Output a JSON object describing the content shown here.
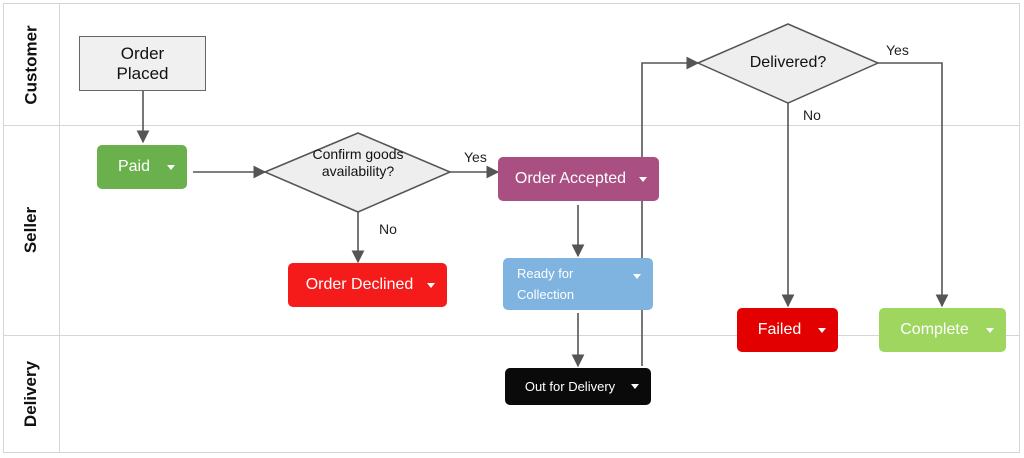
{
  "lanes": {
    "customer": "Customer",
    "seller": "Seller",
    "delivery": "Delivery"
  },
  "nodes": {
    "order_placed": "Order Placed",
    "paid": "Paid",
    "confirm_goods": "Confirm goods availability?",
    "order_declined": "Order Declined",
    "order_accepted": "Order Accepted",
    "ready_for_collection": "Ready for Collection",
    "out_for_delivery": "Out for Delivery",
    "delivered": "Delivered?",
    "failed": "Failed",
    "complete": "Complete"
  },
  "edges": {
    "confirm_yes": "Yes",
    "confirm_no": "No",
    "delivered_yes": "Yes",
    "delivered_no": "No"
  },
  "colors": {
    "paid": "#6ab04c",
    "order_declined": "#f51b1b",
    "order_accepted": "#a94f82",
    "ready_for_collection": "#7fb3e0",
    "out_for_delivery": "#0a0a0a",
    "failed": "#e30000",
    "complete": "#9fd65f",
    "decision_fill": "#eeeeee",
    "line": "#555555"
  }
}
